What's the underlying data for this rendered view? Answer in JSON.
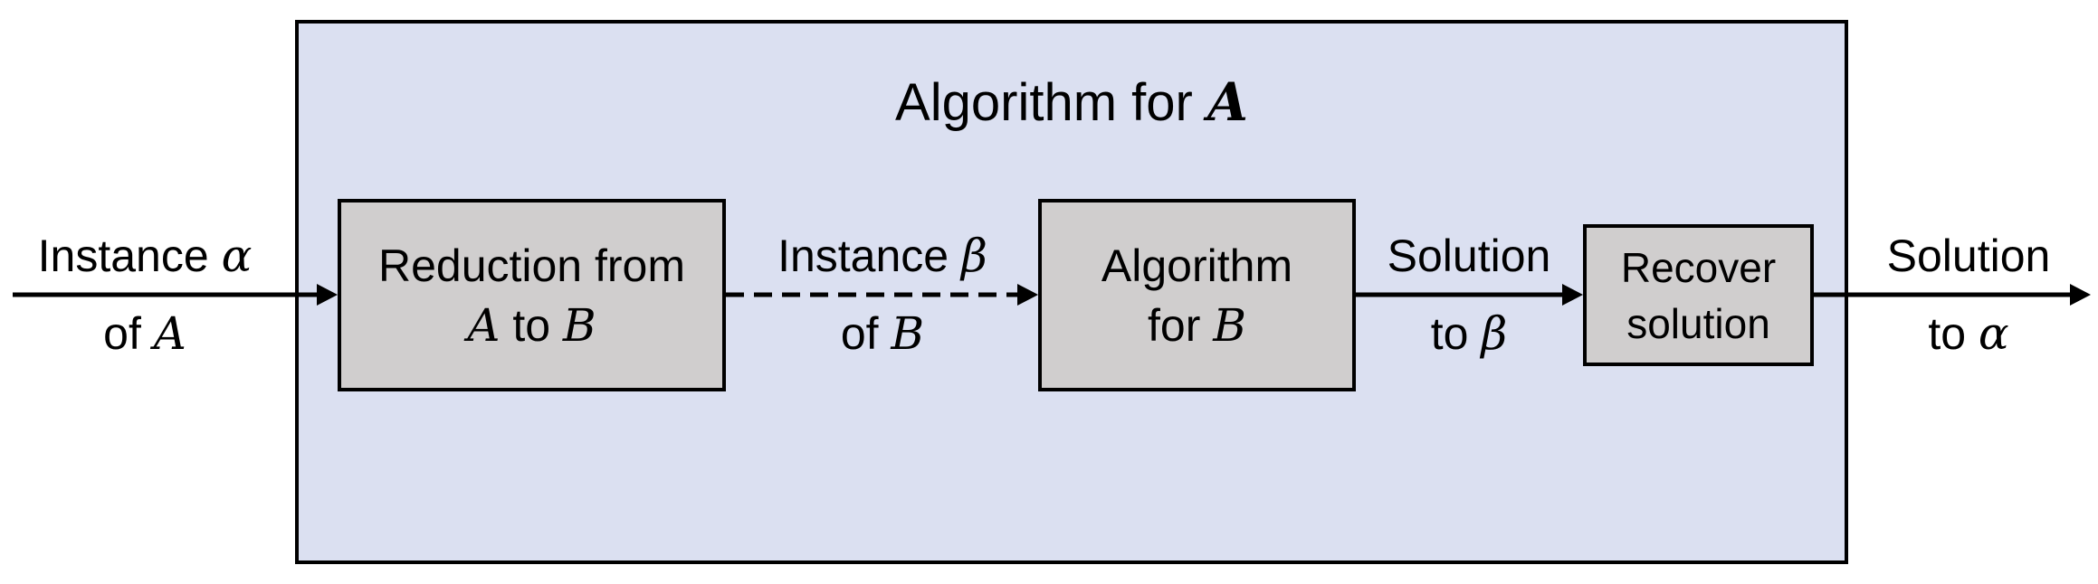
{
  "title": {
    "text": "Algorithm for ",
    "var": "A"
  },
  "blocks": {
    "reduction": {
      "line1": "Reduction from",
      "var1": "A",
      "mid": " to ",
      "var2": "B"
    },
    "algorithm_b": {
      "line1": "Algorithm",
      "pre": "for ",
      "var": "B"
    },
    "recover": {
      "line1": "Recover",
      "line2": "solution"
    }
  },
  "labels": {
    "input": {
      "line1": "Instance ",
      "var1": "α",
      "pre2": "of ",
      "var2": "A"
    },
    "instance_beta": {
      "line1": "Instance ",
      "var1": "β",
      "pre2": "of ",
      "var2": "B"
    },
    "solution_beta": {
      "line1": "Solution",
      "pre2": "to ",
      "var2": "β"
    },
    "solution_alpha": {
      "line1": "Solution",
      "pre2": "to ",
      "var2": "α"
    }
  },
  "colors": {
    "container_fill": "#dbe0f1",
    "block_fill": "#d0cece",
    "stroke": "#000000"
  }
}
